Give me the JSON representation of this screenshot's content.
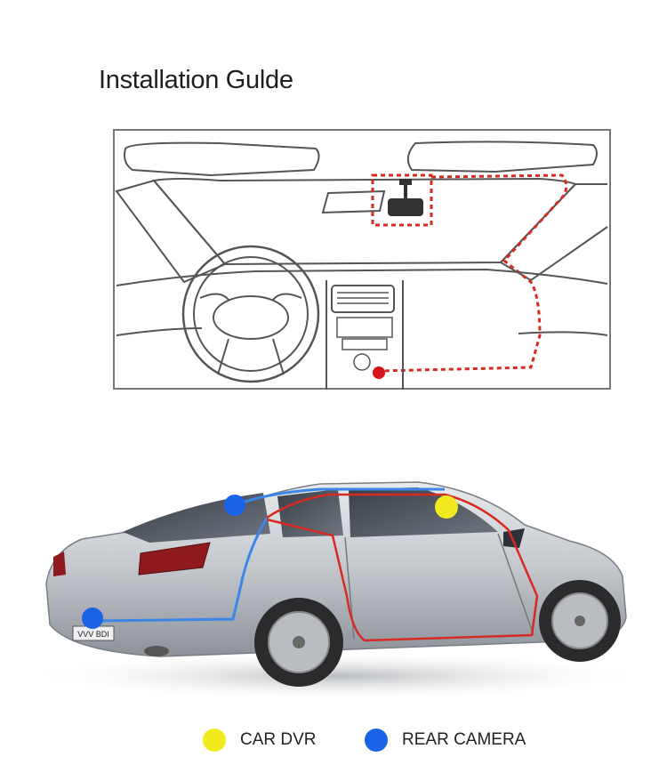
{
  "title": "Installation Gulde",
  "car_plate": "VVV BDI",
  "legend": [
    {
      "label": "CAR DVR",
      "color": "#f2ea1e"
    },
    {
      "label": "REAR CAMERA",
      "color": "#1a63e6"
    }
  ],
  "colors": {
    "cable_red": "#d62a22",
    "cable_blue": "#3d86e8",
    "dvr_dot": "#f2ea1e",
    "camera_dot": "#1a63e6",
    "power_dot": "#d8141a",
    "line_gray": "#555555"
  }
}
